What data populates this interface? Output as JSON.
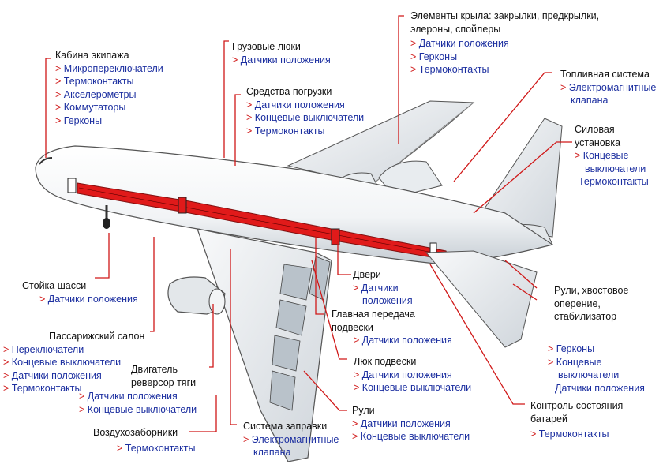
{
  "colors": {
    "accent": "#d01818",
    "item": "#1c2fa0",
    "text": "#111111",
    "fuselage_stripe": "#e01a1a"
  },
  "labels": {
    "cockpit": {
      "title": "Кабина экипажа",
      "items": [
        "Микропереключатели",
        "Термоконтакты",
        "Акселерометры",
        "Коммутаторы",
        "Герконы"
      ]
    },
    "cargo": {
      "title": "Грузовые люки",
      "items": [
        "Датчики положения"
      ]
    },
    "loading": {
      "title": "Средства погрузки",
      "items": [
        "Датчики положения",
        "Концевые выключатели",
        "Термоконтакты"
      ]
    },
    "wing": {
      "title1": "Элементы крыла: закрылки, предкрылки,",
      "title2": "элероны, спойлеры",
      "items": [
        "Датчики положения",
        "Герконы",
        "Термоконтакты"
      ]
    },
    "fuel": {
      "title": "Топливная система",
      "item1": "Электромагнитные",
      "item2": "клапана"
    },
    "power": {
      "title1": "Силовая",
      "title2": "установка",
      "item1": "Концевые",
      "item2": "выключатели",
      "item3": "Термоконтакты"
    },
    "gear": {
      "title": "Стойка шасси",
      "items": [
        "Датчики положения"
      ]
    },
    "doors": {
      "title": "Двери",
      "item1": "Датчики",
      "item2": "положения"
    },
    "maingear": {
      "title1": "Главная передача",
      "title2": "подвески",
      "items": [
        "Датчики положения"
      ]
    },
    "cabin": {
      "title": "Пассарижский салон",
      "items": [
        "Переключатели",
        "Концевые выключатели",
        "Датчики положения",
        "Термоконтакты"
      ]
    },
    "engine": {
      "title1": "Двигатель",
      "title2": "реверсор тяги",
      "items": [
        "Датчики положения",
        "Концевые выключатели"
      ]
    },
    "hatch": {
      "title": "Люк подвески",
      "items": [
        "Датчики положения",
        "Концевые выключатели"
      ]
    },
    "tail": {
      "title1": "Рули, хвостовое",
      "title2": "оперение,",
      "title3": "стабилизатор",
      "item1": "Герконы",
      "item2": "Концевые",
      "item3": "выключатели",
      "item4": "Датчики положения"
    },
    "rudders": {
      "title": "Рули",
      "items": [
        "Датчики положения",
        "Концевые выключатели"
      ]
    },
    "battery": {
      "title1": "Контроль состояния",
      "title2": "батарей",
      "items": [
        "Термоконтакты"
      ]
    },
    "intakes": {
      "title": "Воздухозаборники",
      "items": [
        "Термоконтакты"
      ]
    },
    "refuel": {
      "title": "Система заправки",
      "item1": "Электромагнитные",
      "item2": "клапана"
    }
  }
}
